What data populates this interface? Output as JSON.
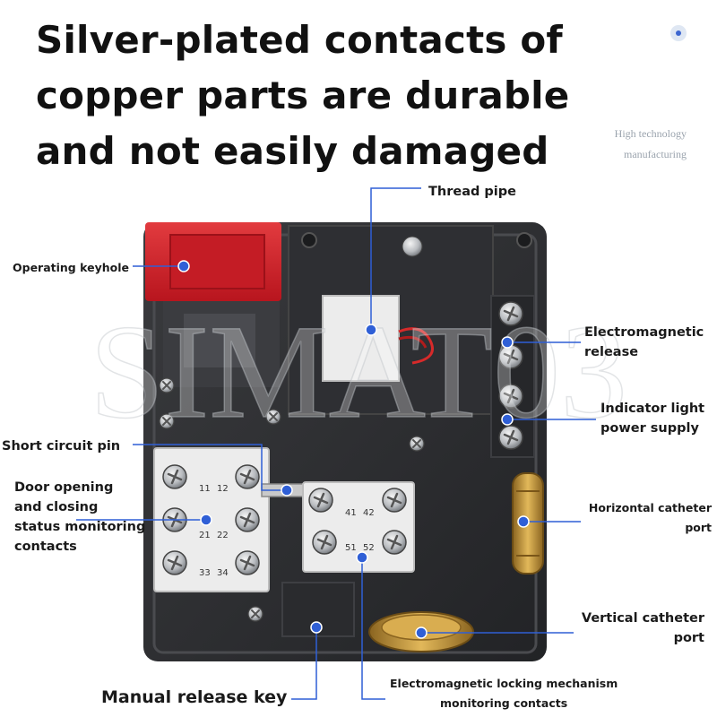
{
  "headline": {
    "line1": "Silver-plated contacts of",
    "line2": "copper parts are durable",
    "line3": "and not easily damaged"
  },
  "tagline": {
    "line1": "High technology",
    "line2": "manufacturing"
  },
  "watermark": "SIMAT03",
  "terminal_numbers": [
    "11",
    "12",
    "21",
    "22",
    "33",
    "34",
    "41",
    "42",
    "51",
    "52"
  ],
  "callouts": {
    "thread_pipe": "Thread pipe",
    "operating_keyhole": "Operating keyhole",
    "electromagnetic_release": {
      "line1": "Electromagnetic",
      "line2": "release"
    },
    "indicator_light": {
      "line1": "Indicator light",
      "line2": "power supply"
    },
    "short_circuit_pin": "Short circuit pin",
    "door_contacts": {
      "line1": "Door opening",
      "line2": "and closing",
      "line3": "status monitoring",
      "line4": "contacts"
    },
    "horizontal_port": {
      "line1": "Horizontal catheter",
      "line2": "port"
    },
    "vertical_port": {
      "line1": "Vertical catheter",
      "line2": "port"
    },
    "manual_release_key": "Manual release key",
    "locking_contacts": {
      "line1": "Electromagnetic locking mechanism",
      "line2": "monitoring contacts"
    }
  },
  "colors": {
    "callout_line": "#2f5fd6",
    "housing": "#2b2c2f",
    "red_cap": "#d8202a",
    "brass": "#c99a3c"
  }
}
